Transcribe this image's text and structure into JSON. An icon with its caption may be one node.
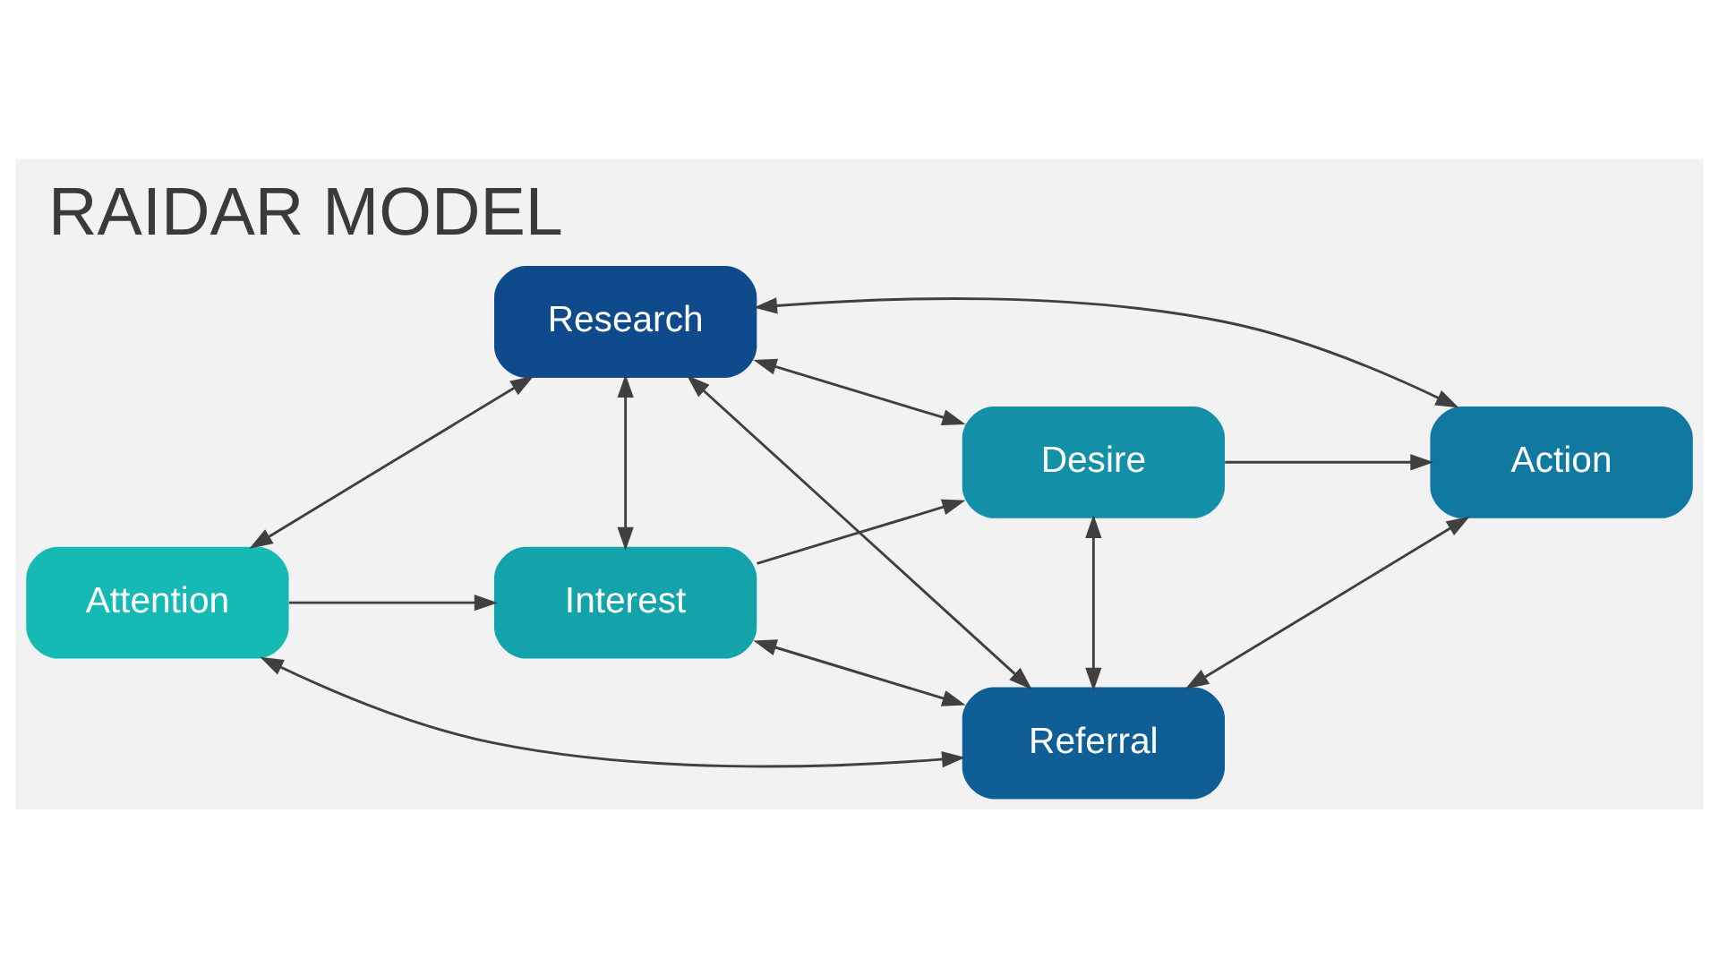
{
  "diagram": {
    "title": "RAIDAR MODEL",
    "nodes": [
      {
        "text": [
          "Interest"
        ]
      },
      {
        "text": [
          "Desire"
        ]
      },
      {
        "text": [
          "Attention"
        ]
      },
      {
        "text": [
          "Action"
        ]
      },
      {
        "text": [
          "Research"
        ]
      },
      {
        "text": [
          "Referral"
        ]
      }
    ],
    "edges": [
      {
        "from": 2,
        "to": 0,
        "arrow": "to"
      },
      {
        "from": 0,
        "to": 1,
        "arrow": "to"
      },
      {
        "from": 1,
        "to": 3,
        "arrow": "to"
      },
      {
        "from": 2,
        "to": 4,
        "arrow": "both"
      },
      {
        "from": 0,
        "to": 4,
        "arrow": "both"
      },
      {
        "from": 0,
        "to": 5,
        "arrow": "both"
      },
      {
        "from": 1,
        "to": 4,
        "arrow": "both"
      },
      {
        "from": 1,
        "to": 5,
        "arrow": "both"
      },
      {
        "from": 2,
        "to": 5,
        "arrow": "both"
      },
      {
        "from": 3,
        "to": 4,
        "arrow": "both"
      },
      {
        "from": 4,
        "to": 5,
        "arrow": "both"
      },
      {
        "from": 3,
        "to": 5,
        "arrow": "both"
      }
    ]
  }
}
